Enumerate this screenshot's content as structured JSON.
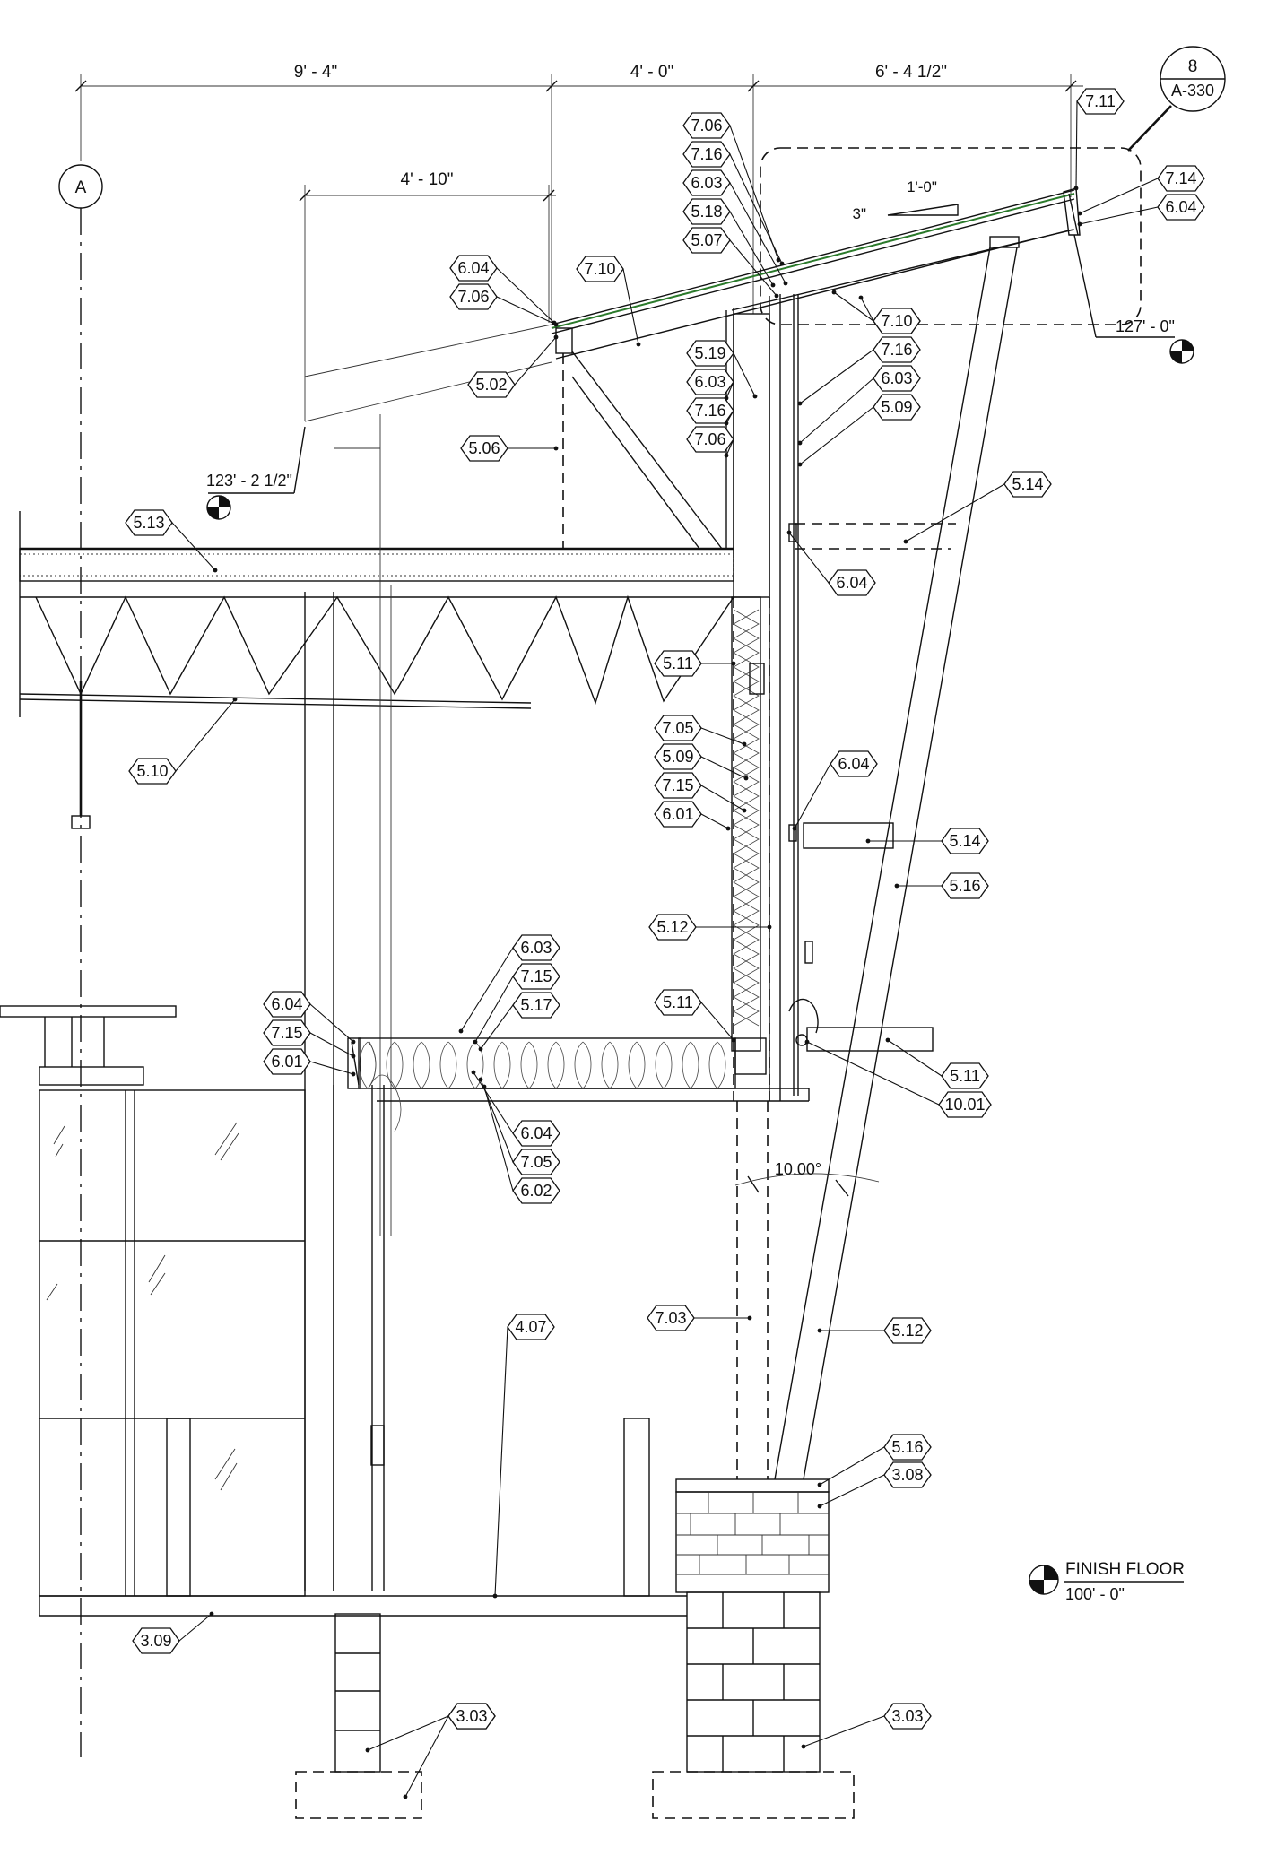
{
  "dimensions": {
    "d1": "9' - 4\"",
    "d2": "4' - 0\"",
    "d3": "6' - 4 1/2\"",
    "d4": "4' - 10\"",
    "slope_run": "1'-0\"",
    "slope_rise": "3\"",
    "angle": "10.00°"
  },
  "grid": {
    "label": "A"
  },
  "section_ref": {
    "number": "8",
    "sheet": "A-330"
  },
  "elevations": {
    "e1": "123' - 2 1/2\"",
    "e2": "127' - 0\"",
    "finish_floor_label": "FINISH FLOOR",
    "finish_floor_value": "100' - 0\""
  },
  "keynotes": [
    "7.06",
    "7.16",
    "6.03",
    "5.18",
    "5.07",
    "7.10",
    "7.03",
    "7.16",
    "6.03",
    "5.09",
    "7.11",
    "7.14",
    "6.04",
    "6.04",
    "7.06",
    "7.10",
    "5.02",
    "5.19",
    "6.03",
    "7.16",
    "7.06",
    "5.06",
    "5.13",
    "5.14",
    "6.04",
    "5.11",
    "5.10",
    "7.05",
    "5.09",
    "7.15",
    "6.01",
    "6.04",
    "5.14",
    "5.16",
    "5.12",
    "5.11",
    "6.04",
    "7.15",
    "6.01",
    "6.03",
    "7.15",
    "5.17",
    "5.11",
    "10.01",
    "6.04",
    "7.05",
    "6.02",
    "7.03",
    "5.12",
    "5.16",
    "3.08",
    "4.07",
    "3.09",
    "3.09",
    "3.03",
    "3.03"
  ]
}
